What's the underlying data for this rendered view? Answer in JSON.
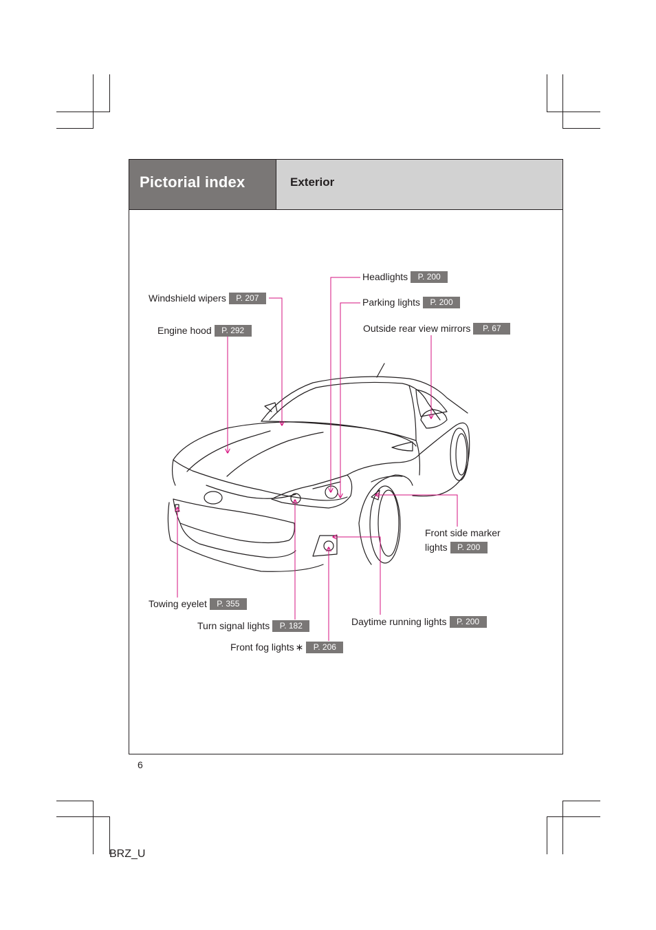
{
  "header": {
    "section_title": "Pictorial index",
    "subsection_title": "Exterior"
  },
  "callouts": {
    "windshield_wipers": {
      "label": "Windshield wipers",
      "page": "P. 207"
    },
    "engine_hood": {
      "label": "Engine hood",
      "page": "P. 292"
    },
    "headlights": {
      "label": "Headlights",
      "page": "P. 200"
    },
    "parking_lights": {
      "label": "Parking lights",
      "page": "P. 200"
    },
    "outside_mirrors": {
      "label": "Outside rear view mirrors",
      "page": "P. 67"
    },
    "front_side_marker": {
      "label_line1": "Front side marker",
      "label_line2": "lights",
      "page": "P. 200"
    },
    "towing_eyelet": {
      "label": "Towing eyelet",
      "page": "P. 355"
    },
    "turn_signal": {
      "label": "Turn signal lights",
      "page": "P. 182"
    },
    "front_fog": {
      "label": "Front fog lights",
      "marker": "∗",
      "page": "P. 206"
    },
    "daytime_running": {
      "label": "Daytime running lights",
      "page": "P. 200"
    }
  },
  "footer": {
    "page_number": "6",
    "model_code": "BRZ_U"
  },
  "colors": {
    "leader_line": "#d6127f",
    "header_dark": "#7a7776",
    "header_light": "#d2d2d2",
    "badge": "#7a7776"
  },
  "icons": [
    "car-front-illustration"
  ]
}
